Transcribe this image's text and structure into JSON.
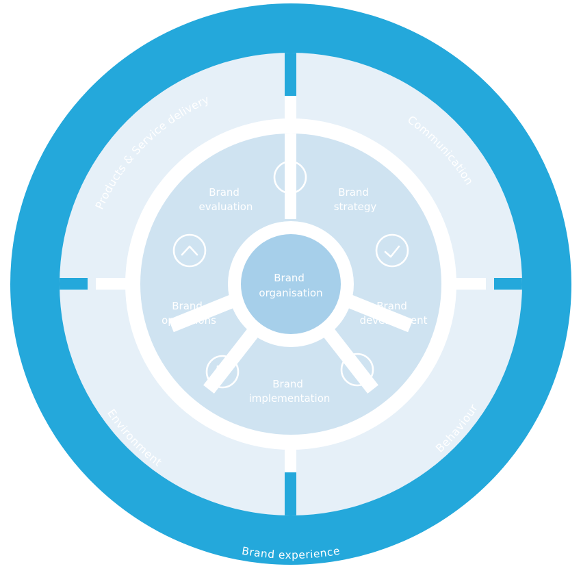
{
  "outer_label": "Brand experience",
  "center_label": [
    "Brand",
    "organisation"
  ],
  "middle_ring": [
    {
      "id": "products",
      "label": "Products & Service delivery"
    },
    {
      "id": "communication",
      "label": "Communication"
    },
    {
      "id": "environment",
      "label": "Environment"
    },
    {
      "id": "behaviour",
      "label": "Behaviour"
    }
  ],
  "inner_segments": [
    {
      "id": "evaluation",
      "lines": [
        "Brand",
        "evaluation"
      ]
    },
    {
      "id": "strategy",
      "lines": [
        "Brand",
        "strategy"
      ]
    },
    {
      "id": "operations",
      "lines": [
        "Brand",
        "operations"
      ]
    },
    {
      "id": "development",
      "lines": [
        "Brand",
        "development"
      ]
    },
    {
      "id": "implementation",
      "lines": [
        "Brand",
        "implementation"
      ]
    }
  ],
  "icons": [
    {
      "id": "chevron-right-icon"
    },
    {
      "id": "check-icon"
    },
    {
      "id": "caret-up-icon"
    },
    {
      "id": "corner-icon"
    },
    {
      "id": "clock-icon"
    }
  ],
  "colors": {
    "outer_ring": "#24a8db",
    "middle_ring": "#e6f0f8",
    "inner_ring": "#cfe3f1",
    "center": "#a6cfea",
    "divider": "#ffffff"
  }
}
